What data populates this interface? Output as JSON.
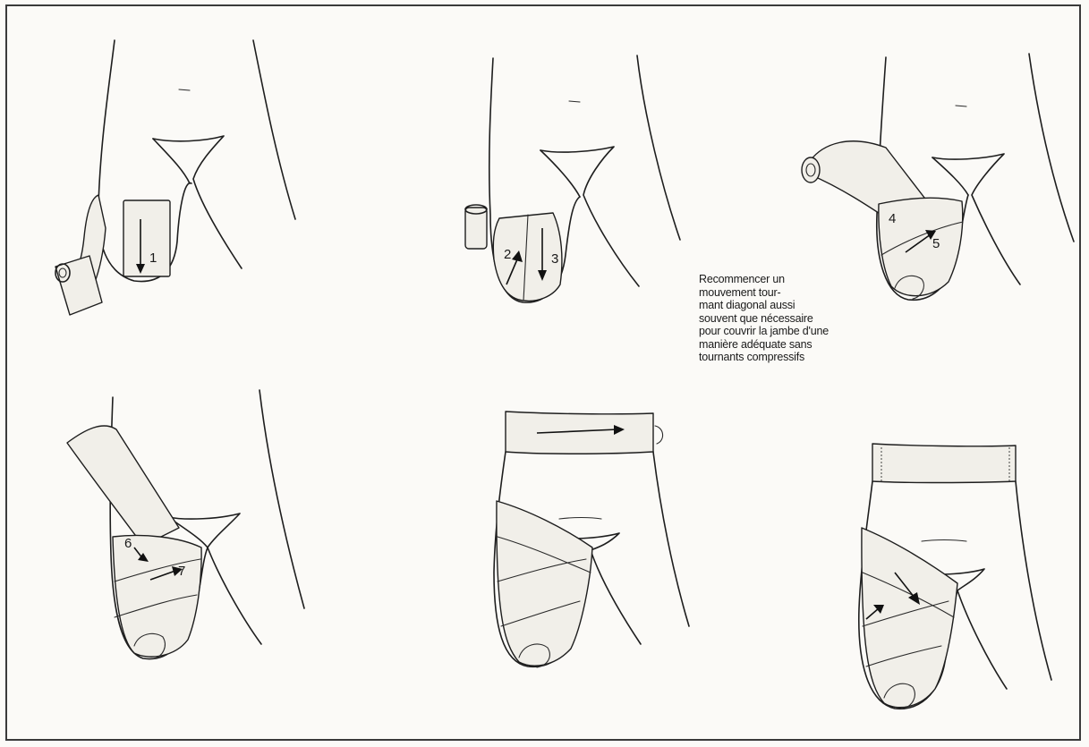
{
  "step_numbers": [
    "1",
    "2",
    "3",
    "4",
    "5",
    "6",
    "7"
  ],
  "caption_lines": [
    "Recommencer un",
    "mouvement tour-",
    "mant diagonal aussi",
    "souvent que nécessaire",
    "pour couvrir la jambe d'une",
    "manière adéquate sans",
    "tournants compressifs"
  ]
}
